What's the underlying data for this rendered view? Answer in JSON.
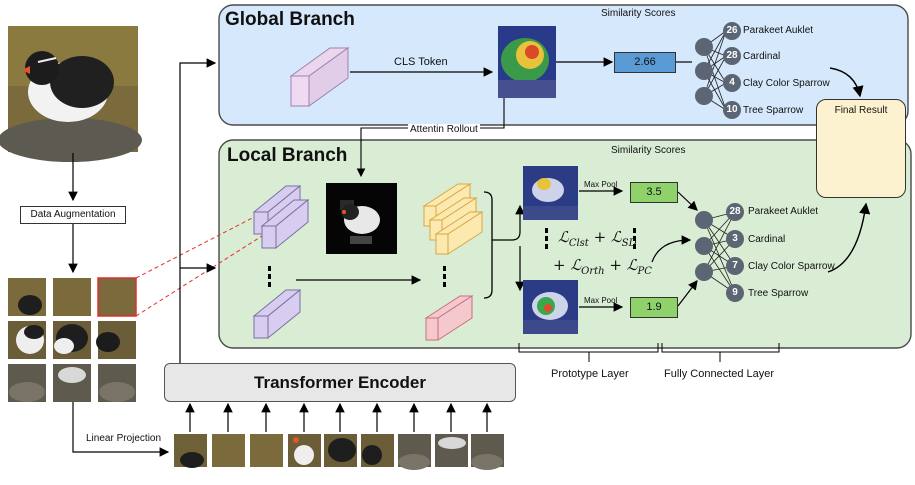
{
  "global_branch": {
    "title": "Global Branch",
    "similarity_label": "Similarity Scores",
    "cls_token_label": "CLS Token",
    "score": "2.66",
    "classes": [
      {
        "rank": "26",
        "name": "Parakeet Auklet"
      },
      {
        "rank": "28",
        "name": "Cardinal"
      },
      {
        "rank": "4",
        "name": "Clay Color Sparrow"
      },
      {
        "rank": "10",
        "name": "Tree Sparrow"
      }
    ]
  },
  "local_branch": {
    "title": "Local Branch",
    "similarity_label": "Similarity Scores",
    "rollout_label": "Attentin Rollout",
    "max_pool_label": "Max Pool",
    "score_top": "3.5",
    "score_bottom": "1.9",
    "loss_line1": [
      "ℒ",
      "Clst",
      " + ℒ",
      "SD"
    ],
    "loss_line2": [
      "+ ℒ",
      "Orth",
      " + ℒ",
      "PC"
    ],
    "classes": [
      {
        "rank": "28",
        "name": "Parakeet Auklet"
      },
      {
        "rank": "3",
        "name": "Cardinal"
      },
      {
        "rank": "7",
        "name": "Clay Color Sparrow"
      },
      {
        "rank": "9",
        "name": "Tree Sparrow"
      }
    ]
  },
  "final_result_label": "Final Result",
  "data_augmentation_label": "Data Augmentation",
  "linear_projection_label": "Linear Projection",
  "transformer_encoder_label": "Transformer Encoder",
  "prototype_layer_label": "Prototype Layer",
  "fully_connected_layer_label": "Fully Connected Layer",
  "colors": {
    "global_bg": "#d6e8fb",
    "local_bg": "#d9ecd4",
    "score_blue": "#5a9bd5",
    "score_green": "#8fd16b",
    "final_bg": "#fdf2d0",
    "node": "#5b6573"
  }
}
